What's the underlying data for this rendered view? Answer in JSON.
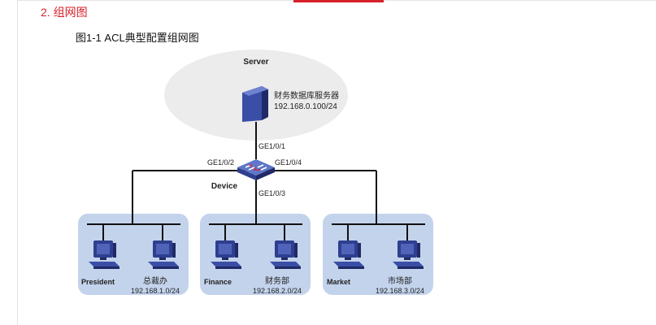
{
  "section_heading": "2. 组网图",
  "figure_caption": "图1-1 ACL典型配置组网图",
  "server": {
    "zone_label": "Server",
    "name": "财务数据库服务器",
    "ip": "192.168.0.100/24"
  },
  "device": {
    "label": "Device",
    "ports": {
      "to_server": "GE1/0/1",
      "to_president": "GE1/0/2",
      "to_finance": "GE1/0/3",
      "to_market": "GE1/0/4"
    }
  },
  "groups": [
    {
      "label": "President",
      "name": "总裁办",
      "subnet": "192.168.1.0/24"
    },
    {
      "label": "Finance",
      "name": "财务部",
      "subnet": "192.168.2.0/24"
    },
    {
      "label": "Market",
      "name": "市场部",
      "subnet": "192.168.3.0/24"
    }
  ],
  "colors": {
    "heading": "#d6202a",
    "server_zone": "#ececec",
    "group_zone": "#c3d3ec",
    "device_body": "#4a63b6",
    "pc_body": "#2f3f8f",
    "line": "#111111"
  }
}
